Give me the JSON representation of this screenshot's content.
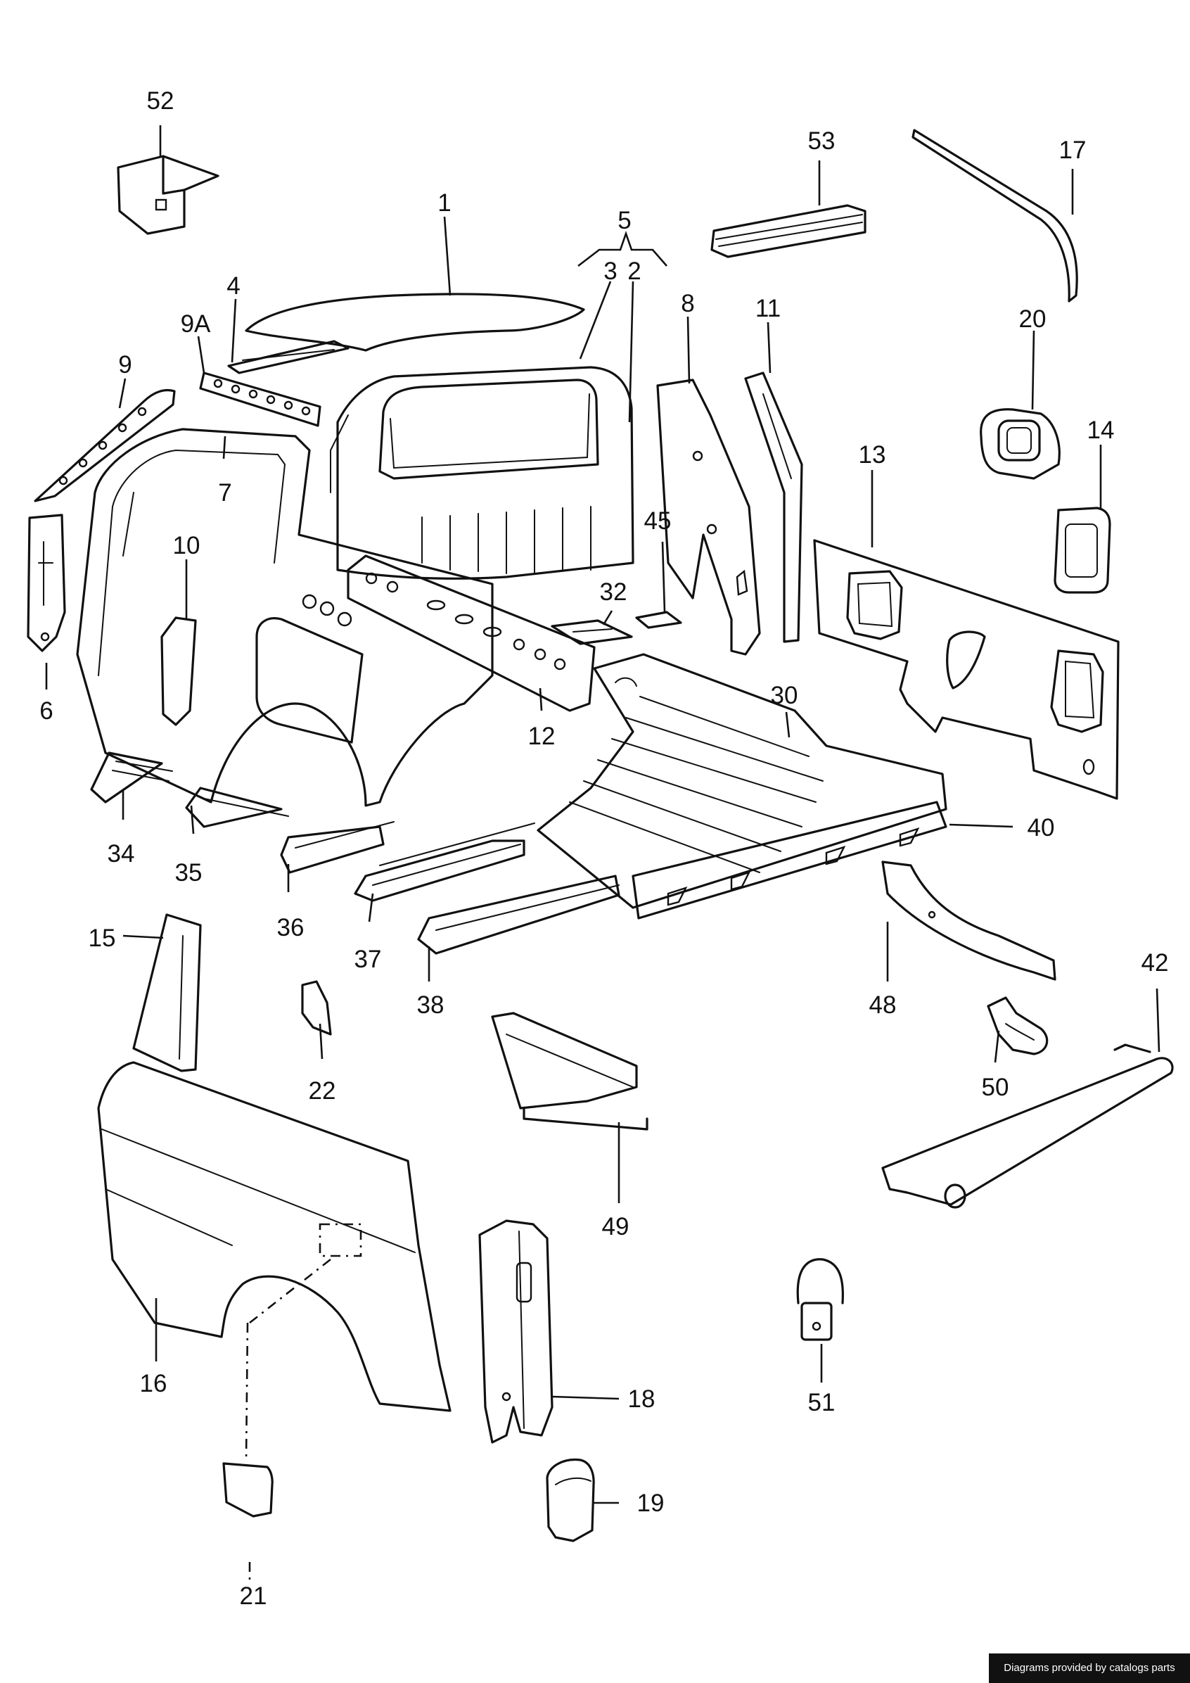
{
  "diagram": {
    "callouts": {
      "p52": "52",
      "p53": "53",
      "p17": "17",
      "p1": "1",
      "p5": "5",
      "p3": "3",
      "p2": "2",
      "p4": "4",
      "p9A": "9A",
      "p9": "9",
      "p8": "8",
      "p11": "11",
      "p20": "20",
      "p7": "7",
      "p14": "14",
      "p13": "13",
      "p45": "45",
      "p10": "10",
      "p32": "32",
      "p6": "6",
      "p12": "12",
      "p30": "30",
      "p34": "34",
      "p35": "35",
      "p40": "40",
      "p36": "36",
      "p37": "37",
      "p15": "15",
      "p38": "38",
      "p48": "48",
      "p42": "42",
      "p22": "22",
      "p50": "50",
      "p49": "49",
      "p16": "16",
      "p18": "18",
      "p51": "51",
      "p19": "19",
      "p21": "21"
    }
  },
  "credit": {
    "text": "Diagrams provided by catalogs parts"
  }
}
